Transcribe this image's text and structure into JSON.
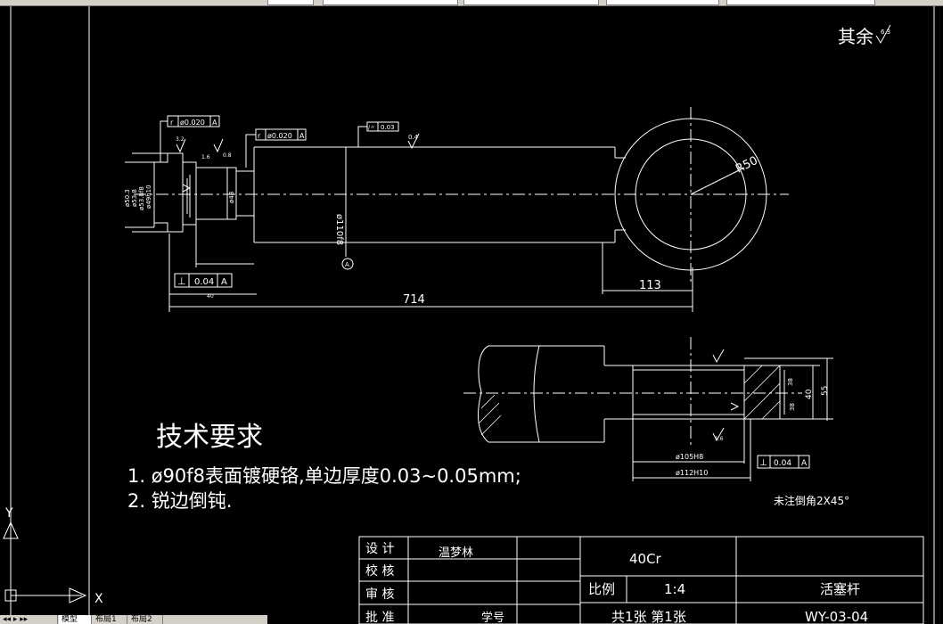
{
  "roughness_other": {
    "label": "其余",
    "value": "6.3"
  },
  "dims": {
    "total_length": "714",
    "eye_center": "113",
    "radius": "R50",
    "rod_dia": "ø110f8",
    "left_len": "40",
    "hole_inner": "ø105H8",
    "hole_outer": "ø112H10",
    "width": "40",
    "width_outer": "55",
    "w_a": "38",
    "w_b": "38",
    "step_dia_1": "ø50.3",
    "step_dia_2": "ø53.8",
    "step_dia_3": "ø53.8f8",
    "step_dia_4": "ø49h10",
    "step_dia_5": "ø48",
    "side_rough": "1.6"
  },
  "tolerances": {
    "runout_1": {
      "symbol": "r",
      "value": "ø0.020",
      "datum": "A"
    },
    "runout_2": {
      "symbol": "r",
      "value": "ø0.020",
      "datum": "A"
    },
    "flat_top": {
      "symbol": "/〃",
      "value": "0.03"
    },
    "perp_left": {
      "symbol": "⊥",
      "value": "0.04",
      "datum": "A"
    },
    "perp_right": {
      "symbol": "⊥",
      "value": "0.04",
      "datum": "A"
    },
    "datum_label": "A"
  },
  "roughness": {
    "r1": "3.2",
    "r2": "0.4",
    "r3": "1.6",
    "r4": "0.8"
  },
  "tech_requirements": {
    "title": "技术要求",
    "item1": "1.  ø90f8表面镀硬铬,单边厚度0.03~0.05mm;",
    "item2": "2.  锐边倒钝."
  },
  "chamfer_note": "未注倒角2X45°",
  "title_block": {
    "design_label": "设 计",
    "designer": "温梦林",
    "check_label": "校 核",
    "review_label": "审 核",
    "approve_label": "批 准",
    "material": "40Cr",
    "scale_label": "比例",
    "scale": "1:4",
    "part_name": "活塞杆",
    "student_id_label": "学号",
    "sheets": "共1张  第1张",
    "drawing_no": "WY-03-04"
  },
  "ucs": {
    "x": "X",
    "y": "Y"
  },
  "tabs": [
    "模型",
    "布局1",
    "布局2"
  ]
}
